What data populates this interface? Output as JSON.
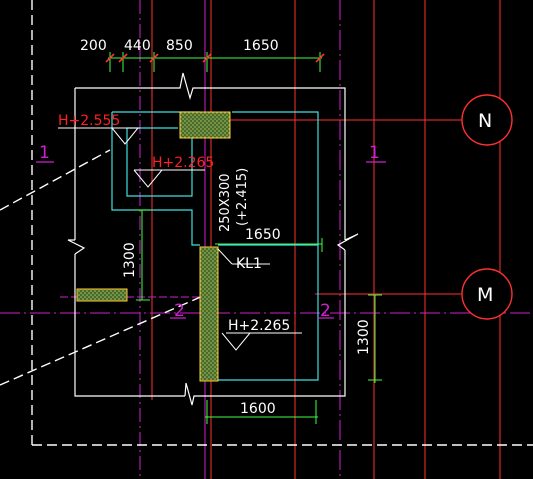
{
  "drawing": {
    "background": "#000000",
    "colors": {
      "wall": "#ffffff",
      "axis": "#d020d0",
      "grid_red": "#ff3030",
      "dim_green": "#40ff40",
      "cyan": "#40e0e0",
      "hatch": "#6b8f3a"
    }
  },
  "dimensions": {
    "top_200": "200",
    "top_440": "440",
    "top_850": "850",
    "top_1650": "1650",
    "mid_1650": "1650",
    "left_1300": "1300",
    "right_1300": "1300",
    "bottom_1600": "1600"
  },
  "elevations": {
    "h_top_left": "H+2.555",
    "h_mid": "H+2.265",
    "h_lower": "H+2.265"
  },
  "beam": {
    "size": "250X300",
    "elevation": "(+2.415)",
    "tag": "KL1"
  },
  "axes": {
    "n": "N",
    "m": "M"
  },
  "sections": {
    "s1_left": "1",
    "s1_right": "1",
    "s2_left": "2",
    "s2_right": "2"
  }
}
